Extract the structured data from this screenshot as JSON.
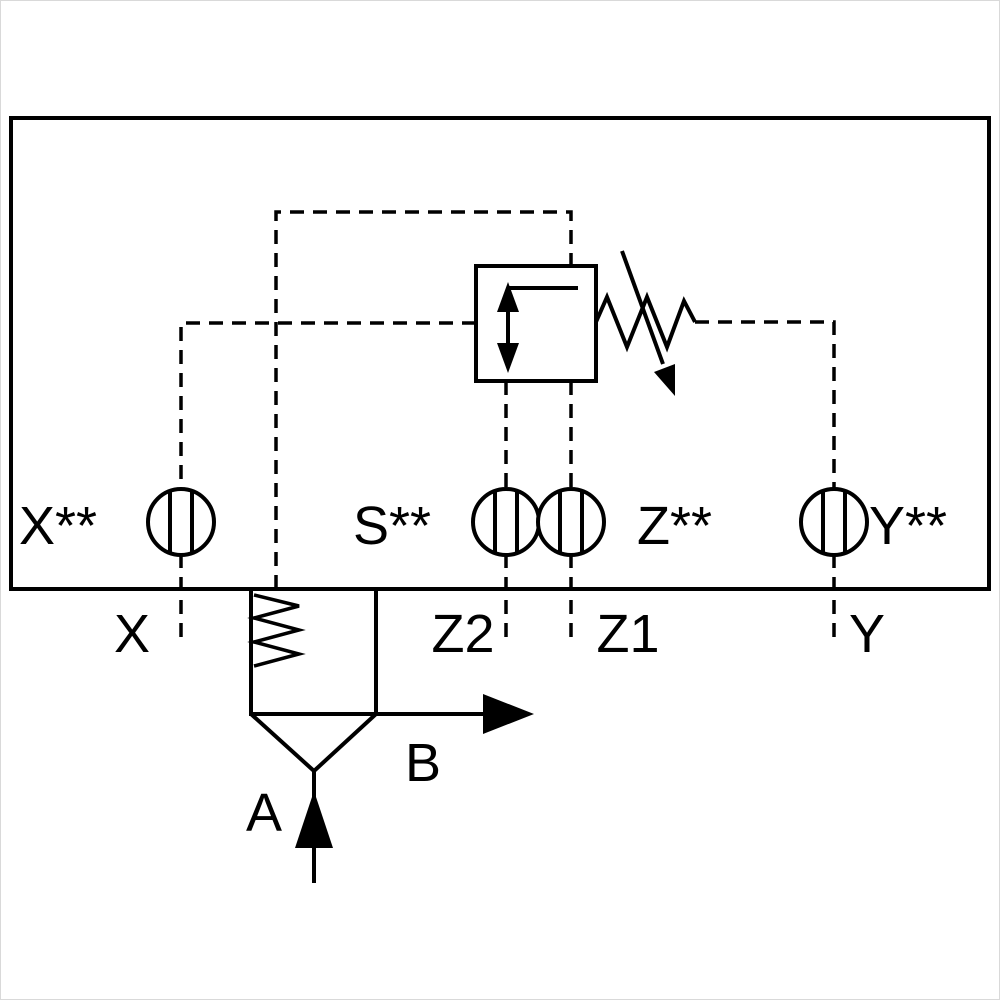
{
  "figure": {
    "type": "hydraulic-circuit-diagram",
    "description": "Pilot operated pressure relief cartridge valve schematic",
    "block_port_labels": [
      {
        "id": "X",
        "label": "X**"
      },
      {
        "id": "S",
        "label": "S**"
      },
      {
        "id": "Z",
        "label": "Z**"
      },
      {
        "id": "Y",
        "label": "Y**"
      }
    ],
    "bottom_port_labels": [
      {
        "id": "X",
        "label": "X"
      },
      {
        "id": "Z2",
        "label": "Z2"
      },
      {
        "id": "Z1",
        "label": "Z1"
      },
      {
        "id": "Y",
        "label": "Y"
      }
    ],
    "main_flow_labels": {
      "inlet": "A",
      "outlet": "B"
    },
    "colors": {
      "line": "#000000",
      "background": "#ffffff",
      "frame": "#d9d9d9"
    }
  }
}
